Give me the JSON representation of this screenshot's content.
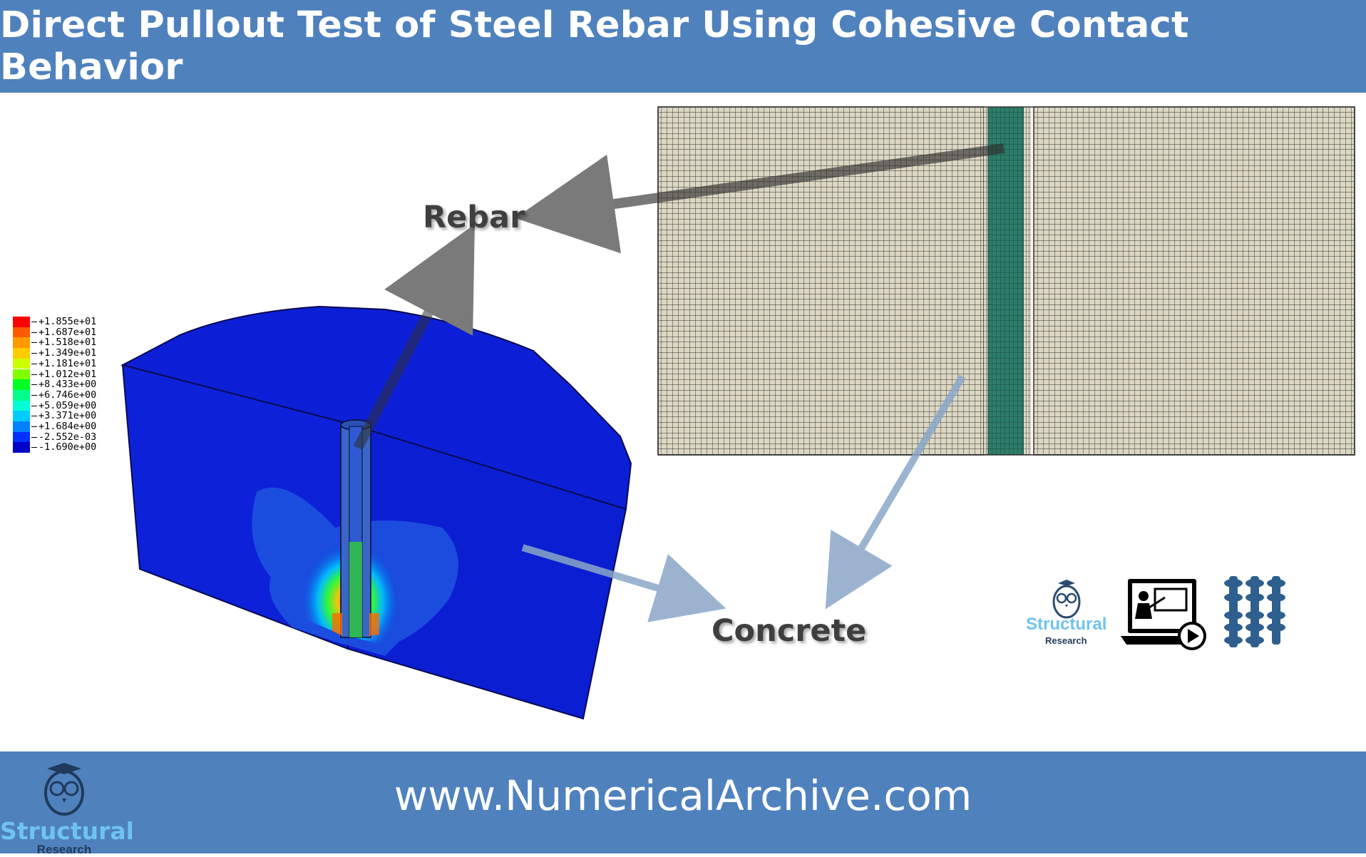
{
  "header": {
    "title": "Direct Pullout Test of Steel Rebar Using Cohesive Contact Behavior"
  },
  "footer": {
    "url": "www.NumericalArchive.com",
    "brand": "Structural",
    "brand_sub": "Research"
  },
  "labels": {
    "rebar": "Rebar",
    "concrete": "Concrete"
  },
  "legend": {
    "entries": [
      {
        "value": "+1.855e+01",
        "color": "#ff0000"
      },
      {
        "value": "+1.687e+01",
        "color": "#ff5a00"
      },
      {
        "value": "+1.518e+01",
        "color": "#ff9900"
      },
      {
        "value": "+1.349e+01",
        "color": "#ffcc00"
      },
      {
        "value": "+1.181e+01",
        "color": "#ccff00"
      },
      {
        "value": "+1.012e+01",
        "color": "#7fff00"
      },
      {
        "value": "+8.433e+00",
        "color": "#00ff22"
      },
      {
        "value": "+6.746e+00",
        "color": "#00ff8a"
      },
      {
        "value": "+5.059e+00",
        "color": "#00ffd4"
      },
      {
        "value": "+3.371e+00",
        "color": "#00ccff"
      },
      {
        "value": "+1.684e+00",
        "color": "#0080ff"
      },
      {
        "value": "-2.552e-03",
        "color": "#0030ff"
      },
      {
        "value": "-1.690e+00",
        "color": "#0000c8"
      }
    ]
  },
  "icons": {
    "brand": "Structural",
    "brand_sub": "Research"
  },
  "colors": {
    "accent": "#4f81bd",
    "mesh_fill": "#dcd7c3",
    "rebar_fill": "#2e7d6b",
    "concrete_blue": "#0c1fd6"
  }
}
